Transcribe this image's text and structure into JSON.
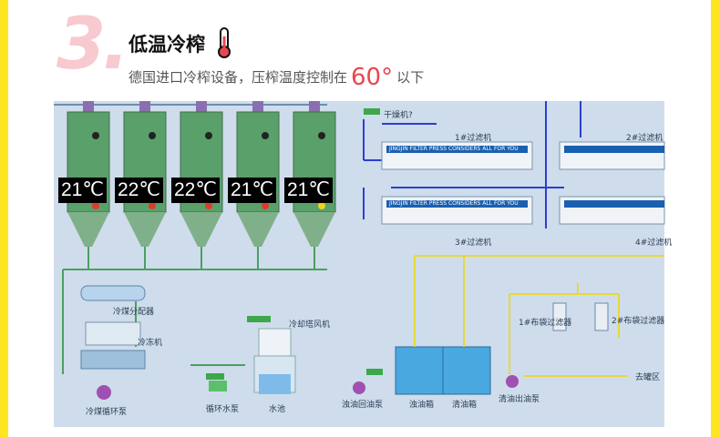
{
  "section": {
    "number": "3.",
    "title": "低温冷榨",
    "subtitle_prefix": "德国进口冷榨设备，压榨温度控制在",
    "subtitle_temp": "60°",
    "subtitle_suffix": "以下"
  },
  "tanks": [
    {
      "temp": "21℃"
    },
    {
      "temp": "22℃"
    },
    {
      "temp": "22℃"
    },
    {
      "temp": "21℃"
    },
    {
      "temp": "21℃"
    }
  ],
  "labels": {
    "distributor": "冷煤分配器",
    "chiller": "冷冻机",
    "cool_circ_pump": "冷煤循环泵",
    "cooling_tower": "冷却塔风机",
    "circ_pump": "循环水泵",
    "water_pool": "水池",
    "oil_return_pump": "浊油回油泵",
    "turbid_oil_tank": "浊油箱",
    "clear_oil_tank": "清油箱",
    "clear_oil_out_pump": "清油出油泵",
    "bag_filter": "1#布袋过滤器",
    "bag_filter_2": "2#布袋过滤器",
    "to_tank": "去罐区",
    "filter1": "1#过滤机",
    "filter2": "2#过滤机",
    "filter3": "3#过滤机",
    "filter4": "4#过滤机",
    "dryer": "干燥机?",
    "press_banner": "JINGJIN FILTER PRESS CONSIDERS ALL FOR YOU"
  },
  "colors": {
    "accent_yellow": "#ffe51f",
    "number_pink": "#f8c9cf",
    "temp_red": "#e8474f",
    "panel_bg": "#c9d8e6"
  }
}
